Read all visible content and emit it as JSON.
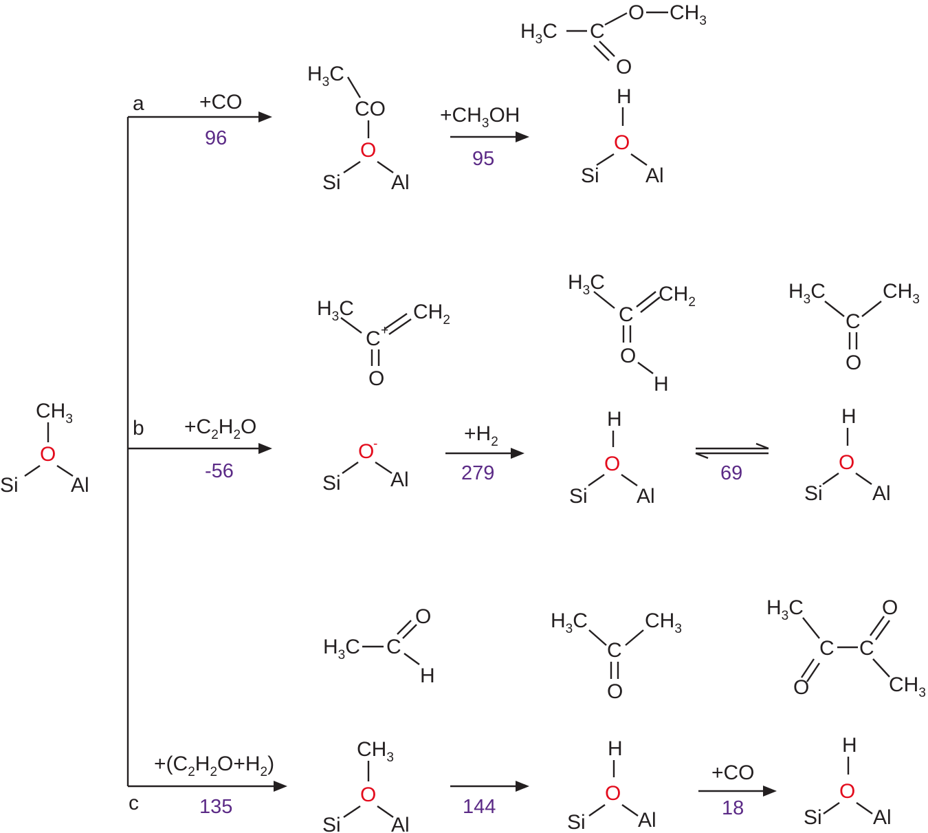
{
  "atoms": {
    "Si": "Si",
    "Al": "Al",
    "O": "O",
    "H": "H",
    "C": "C",
    "CH": "CH",
    "CO": "CO",
    "HC": "H",
    "C3": "C"
  },
  "subs": {
    "two": "2",
    "three": "3"
  },
  "charges": {
    "plus": "+",
    "minus": "-"
  },
  "branches": {
    "a": "a",
    "b": "b",
    "c": "c"
  },
  "reagents": {
    "a1": "+CO",
    "a2_prefix": "+CH",
    "a2_suffix": "OH",
    "b1_prefix": "+C",
    "b1_mid": "H",
    "b1_suffix": "O",
    "b2_prefix": "+H",
    "c1_prefix": "+(C",
    "c1_mid": "H",
    "c1_mid2": "O+H",
    "c1_suffix": ")",
    "c3": "+CO"
  },
  "energies": {
    "a1": "96",
    "a2": "95",
    "b1": "-56",
    "b2": "279",
    "b3": "69",
    "c1": "135",
    "c2": "144",
    "c3": "18"
  },
  "colors": {
    "oxygen": "#e30b1c",
    "energy": "#5b2a86",
    "ink": "#231f20"
  }
}
